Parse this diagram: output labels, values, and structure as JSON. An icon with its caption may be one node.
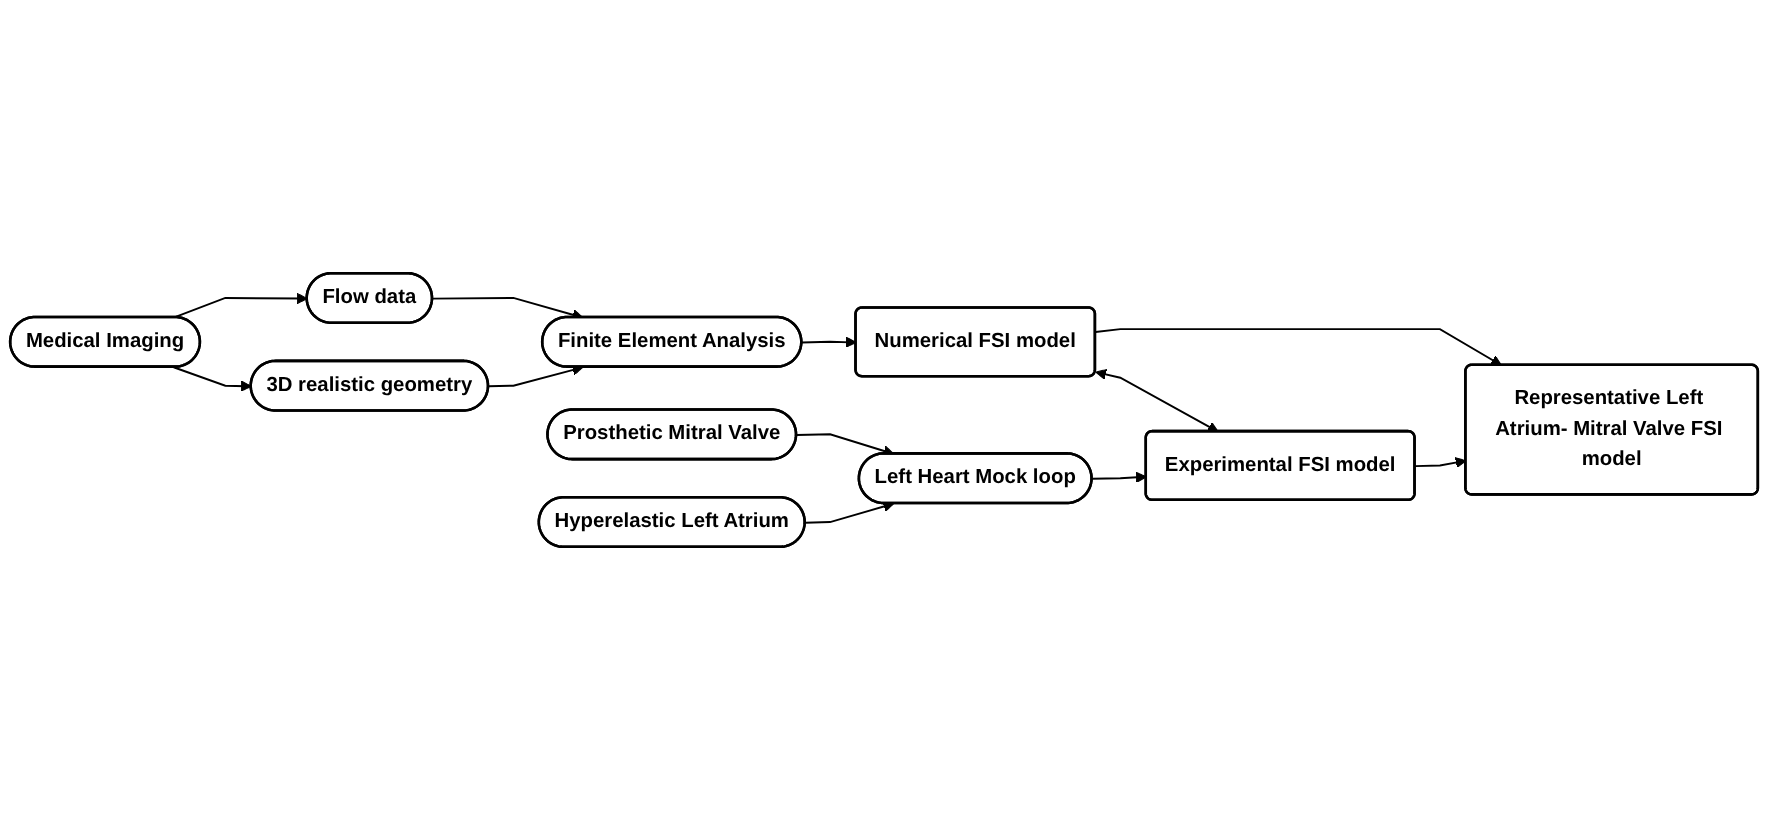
{
  "diagram": {
    "nodes": [
      {
        "text": [
          "Medical Imaging"
        ]
      },
      {
        "text": [
          "3D realistic geometry"
        ]
      },
      {
        "text": [
          "Flow data"
        ]
      },
      {
        "text": [
          "Finite Element Analysis"
        ]
      },
      {
        "text": [
          "Numerical FSI model"
        ]
      },
      {
        "text": [
          "Representative Left Atrium- Mitral Valve FSI model"
        ]
      },
      {
        "text": [
          "Prosthetic Mitral Valve"
        ]
      },
      {
        "text": [
          "Left Heart Mock loop"
        ]
      },
      {
        "text": [
          "Experimental FSI model"
        ]
      },
      {
        "text": [
          "Hyperelastic Left Atrium"
        ]
      }
    ],
    "edges": [
      {
        "from": 0,
        "to": 1,
        "arrow": "to"
      },
      {
        "from": 0,
        "to": 2,
        "arrow": "to"
      },
      {
        "from": 1,
        "to": 3,
        "arrow": "to"
      },
      {
        "from": 2,
        "to": 3,
        "arrow": "to"
      },
      {
        "from": 3,
        "to": 4,
        "arrow": "to"
      },
      {
        "from": 6,
        "to": 7,
        "arrow": "to"
      },
      {
        "from": 9,
        "to": 7,
        "arrow": "to"
      },
      {
        "from": 7,
        "to": 8,
        "arrow": "to"
      },
      {
        "from": 4,
        "to": 8,
        "arrow": "both"
      },
      {
        "from": 4,
        "to": 5,
        "arrow": "to"
      },
      {
        "from": 8,
        "to": 5,
        "arrow": "to"
      }
    ]
  }
}
